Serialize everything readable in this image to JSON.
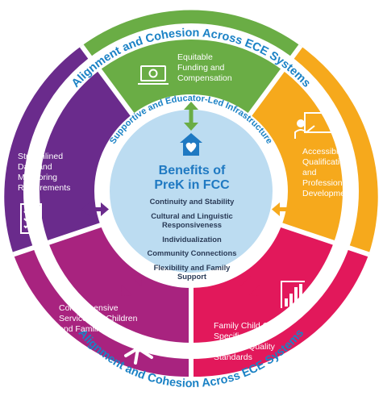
{
  "outer_ring": {
    "top_text": "Alignment and Cohesion Across ECE Systems",
    "bottom_text": "Alignment and Cohesion Across ECE Systems",
    "text_color": "#1b82c5"
  },
  "inner_ring_text": "Supportive and Educator-Led Infrastructure",
  "segments": [
    {
      "id": "funding",
      "lines": [
        "Equitable",
        "Funding and",
        "Compensation"
      ],
      "color": "#6aad45",
      "icon": "money-icon"
    },
    {
      "id": "qualifications",
      "lines": [
        "Accessible",
        "Qualifications",
        "and",
        "Professional",
        "Development"
      ],
      "color": "#f6a91c",
      "icon": "teacher-board-icon"
    },
    {
      "id": "quality",
      "lines": [
        "Family Child Care",
        "Specific PreK",
        "Program Quality",
        "Standards"
      ],
      "color": "#e2185b",
      "icon": "bar-chart-icon"
    },
    {
      "id": "services",
      "lines": [
        "Comprehensive",
        "Services for Children",
        "and Families"
      ],
      "color": "#a8237f",
      "icon": "joined-hands-icon"
    },
    {
      "id": "data",
      "lines": [
        "Streamlined",
        "Data and",
        "Monitoring",
        "Requirements"
      ],
      "color": "#6a2b8c",
      "icon": "checklist-icon"
    }
  ],
  "center": {
    "icon": "house-heart-icon",
    "title_lines": [
      "Benefits of",
      "PreK in FCC"
    ],
    "benefits": [
      "Continuity and Stability",
      "Cultural and Linguistic",
      "Responsiveness",
      "Individualization",
      "Community Connections",
      "Flexibility and Family",
      "Support"
    ],
    "fill": "#bcdcf1",
    "title_color": "#1f79c2"
  },
  "arrow_colors": {
    "funding": "#6aad45",
    "qualifications": "#f6a91c",
    "quality": "#e2185b",
    "services": "#a8237f",
    "data": "#6a2b8c"
  }
}
